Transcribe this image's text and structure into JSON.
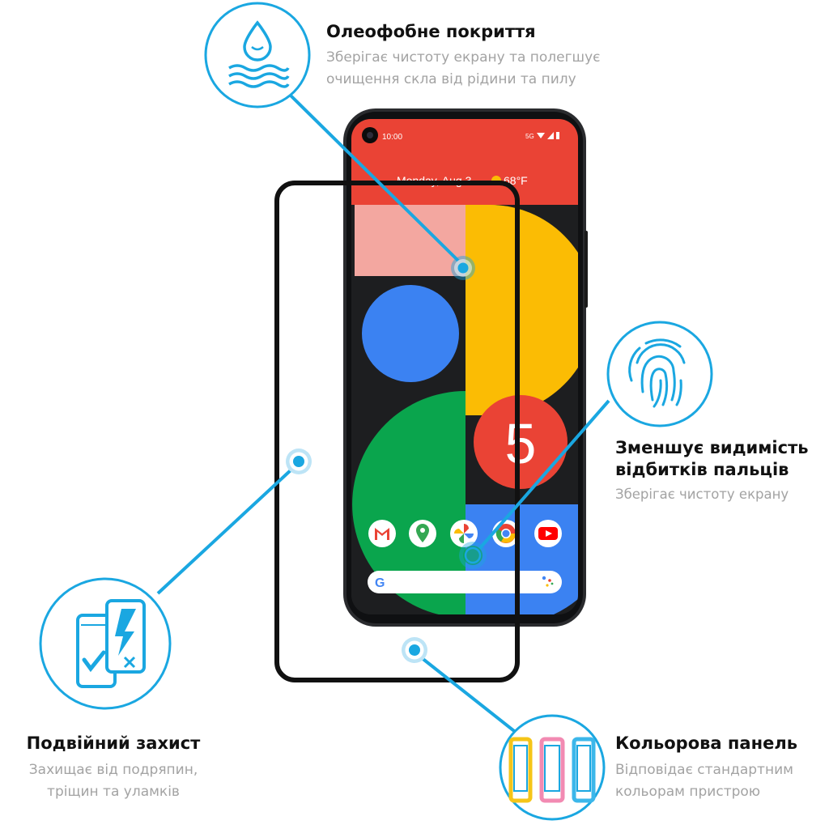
{
  "colors": {
    "accent": "#1aa7e1",
    "title": "#111111",
    "description": "#a3a3a3",
    "phone_body": "#1c1d1f",
    "glass_frame": "#111111",
    "pixel_red": "#ea4335",
    "pixel_yellow": "#fbbc04",
    "pixel_green": "#0aa54d",
    "pixel_blue": "#3b82f2",
    "pixel_pink": "#f3a7a0",
    "color_strip_yellow": "#f5c518",
    "color_strip_pink": "#f28ab2",
    "color_strip_blue": "#3cb7ea"
  },
  "features": {
    "oleophobic": {
      "icon": "water-drop-icon",
      "title": "Олеофобне покриття",
      "desc_lines": [
        "Зберігає чистоту екрану та полегшує",
        "очищення скла від рідини та пилу"
      ]
    },
    "fingerprint": {
      "icon": "fingerprint-icon",
      "title_lines": [
        "Зменшує видимість",
        "відбитків пальців"
      ],
      "desc": "Зберігає чистоту екрану"
    },
    "double": {
      "icon": "double-protection-icon",
      "title": "Подвійний захист",
      "desc_lines": [
        "Захищає від подряпин,",
        "тріщин та уламків"
      ]
    },
    "color_panel": {
      "icon": "color-panel-phones-icon",
      "title": "Кольорова панель",
      "desc_lines": [
        "Відповідає стандартним",
        "кольорам пристрою"
      ]
    }
  },
  "phone": {
    "status_time": "10:00",
    "status_network": "5G",
    "date_weather": "Monday, Aug 3",
    "temperature": "68°F",
    "big_numeral": "5",
    "dock_apps": [
      "gmail-icon",
      "maps-icon",
      "photos-icon",
      "chrome-icon",
      "youtube-icon"
    ],
    "search_logo": "G"
  }
}
